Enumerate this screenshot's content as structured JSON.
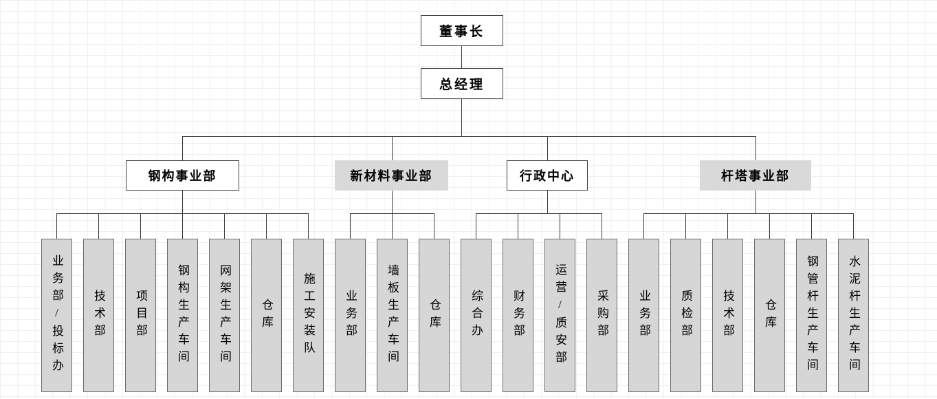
{
  "org": {
    "chairman": {
      "label": "董事长"
    },
    "general_manager": {
      "label": "总经理"
    },
    "divisions": [
      {
        "label": "钢构事业部",
        "children": [
          "业务部/投标办",
          "技术部",
          "项目部",
          "钢构生产车间",
          "网架生产车间",
          "仓库",
          "施工安装队"
        ]
      },
      {
        "label": "新材料事业部",
        "children": [
          "业务部",
          "墙板生产车间",
          "仓库"
        ]
      },
      {
        "label": "行政中心",
        "children": [
          "综合办",
          "财务部",
          "运营/质安部",
          "采购部"
        ]
      },
      {
        "label": "杆塔事业部",
        "children": [
          "业务部",
          "质检部",
          "技术部",
          "仓库",
          "钢管杆生产车间",
          "水泥杆生产车间"
        ]
      }
    ],
    "colors": {
      "leaf_fill": "#d6d6d6",
      "division_gray_fill": "#d9d9d9",
      "white_fill": "#ffffff",
      "box_border": "#404040",
      "connector": "#3a3a3a",
      "grid_line": "#f0f0f0"
    }
  }
}
